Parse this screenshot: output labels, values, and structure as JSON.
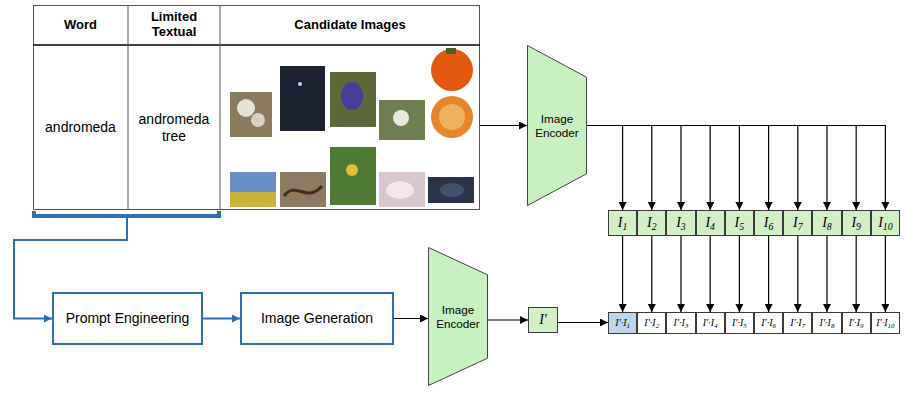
{
  "diagram": {
    "nodes": [
      {
        "text": [
          "Word",
          "Limited Textual",
          "Candidate Images",
          "andromeda",
          "andromeda tree"
        ]
      },
      {
        "text": [
          "Image Encoder"
        ]
      },
      {
        "text": [
          "I1"
        ]
      },
      {
        "text": [
          "I2"
        ]
      },
      {
        "text": [
          "I3"
        ]
      },
      {
        "text": [
          "I4"
        ]
      },
      {
        "text": [
          "I5"
        ]
      },
      {
        "text": [
          "I6"
        ]
      },
      {
        "text": [
          "I7"
        ]
      },
      {
        "text": [
          "I8"
        ]
      },
      {
        "text": [
          "I9"
        ]
      },
      {
        "text": [
          "I10"
        ]
      },
      {
        "text": [
          "Prompt Engineering"
        ]
      },
      {
        "text": [
          "Image Generation"
        ]
      },
      {
        "text": [
          "Image Encoder"
        ]
      },
      {
        "text": [
          "I′"
        ]
      },
      {
        "text": [
          "I′·I1"
        ]
      },
      {
        "text": [
          "I′·I2"
        ]
      },
      {
        "text": [
          "I′·I3"
        ]
      },
      {
        "text": [
          "I′·I4"
        ]
      },
      {
        "text": [
          "I′·I5"
        ]
      },
      {
        "text": [
          "I′·I6"
        ]
      },
      {
        "text": [
          "I′·I7"
        ]
      },
      {
        "text": [
          "I′·I8"
        ]
      },
      {
        "text": [
          "I′·I9"
        ]
      },
      {
        "text": [
          "I′·I10"
        ]
      }
    ],
    "edges": [
      {
        "from": 0,
        "to": 1,
        "arrow": "to"
      },
      {
        "from": 1,
        "to": 2,
        "arrow": "to"
      },
      {
        "from": 1,
        "to": 3,
        "arrow": "to"
      },
      {
        "from": 1,
        "to": 4,
        "arrow": "to"
      },
      {
        "from": 1,
        "to": 5,
        "arrow": "to"
      },
      {
        "from": 1,
        "to": 6,
        "arrow": "to"
      },
      {
        "from": 1,
        "to": 7,
        "arrow": "to"
      },
      {
        "from": 1,
        "to": 8,
        "arrow": "to"
      },
      {
        "from": 1,
        "to": 9,
        "arrow": "to"
      },
      {
        "from": 1,
        "to": 10,
        "arrow": "to"
      },
      {
        "from": 1,
        "to": 11,
        "arrow": "to"
      },
      {
        "from": 2,
        "to": 16,
        "arrow": "to"
      },
      {
        "from": 3,
        "to": 17,
        "arrow": "to"
      },
      {
        "from": 4,
        "to": 18,
        "arrow": "to"
      },
      {
        "from": 5,
        "to": 19,
        "arrow": "to"
      },
      {
        "from": 6,
        "to": 20,
        "arrow": "to"
      },
      {
        "from": 7,
        "to": 21,
        "arrow": "to"
      },
      {
        "from": 8,
        "to": 22,
        "arrow": "to"
      },
      {
        "from": 9,
        "to": 23,
        "arrow": "to"
      },
      {
        "from": 10,
        "to": 24,
        "arrow": "to"
      },
      {
        "from": 11,
        "to": 25,
        "arrow": "to"
      },
      {
        "from": 0,
        "to": 12,
        "arrow": "to"
      },
      {
        "from": 12,
        "to": 13,
        "arrow": "to"
      },
      {
        "from": 13,
        "to": 14,
        "arrow": "to"
      },
      {
        "from": 14,
        "to": 15,
        "arrow": "to"
      },
      {
        "from": 15,
        "to": 16,
        "arrow": "to"
      }
    ]
  }
}
